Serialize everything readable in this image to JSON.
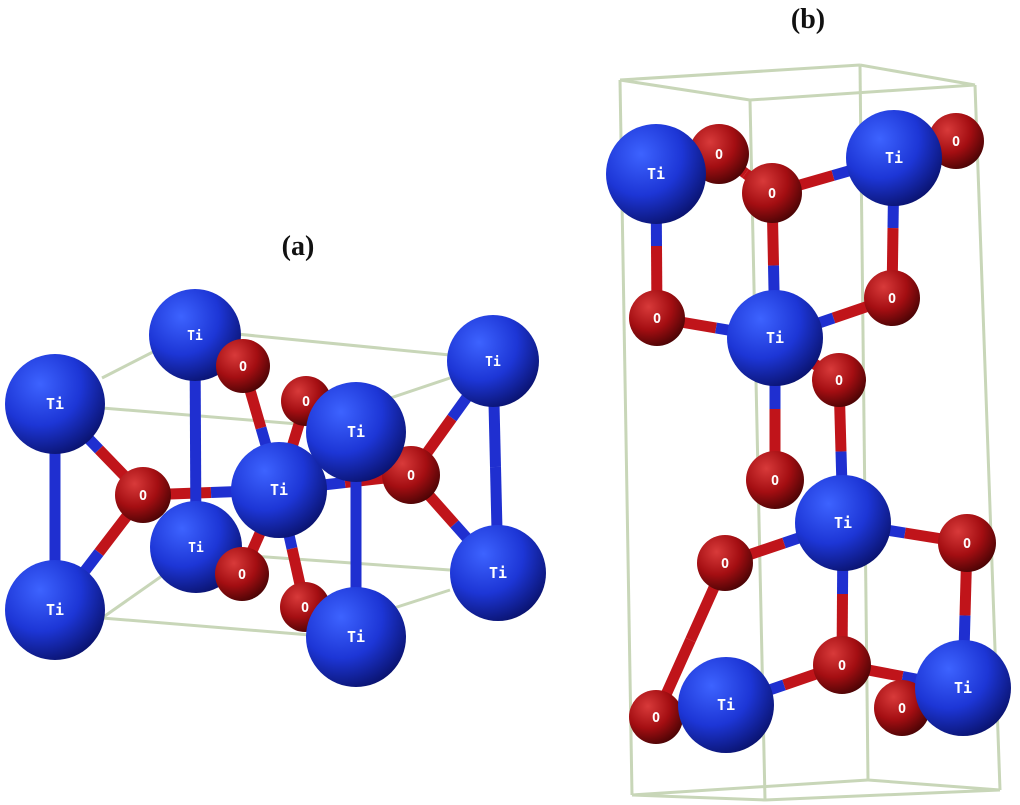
{
  "panels": [
    {
      "id": "a",
      "label": "(a)"
    },
    {
      "id": "b",
      "label": "(b)"
    }
  ],
  "atom_labels": {
    "titanium": "Ti",
    "oxygen": "O"
  },
  "colors": {
    "titanium": "#1f3cd6",
    "titanium_bond": "#1f2fd0",
    "oxygen": "#a80f12",
    "oxygen_bond": "#c0141a",
    "cell_edge": "#c8d6b8",
    "label_text": "#ffffff"
  }
}
